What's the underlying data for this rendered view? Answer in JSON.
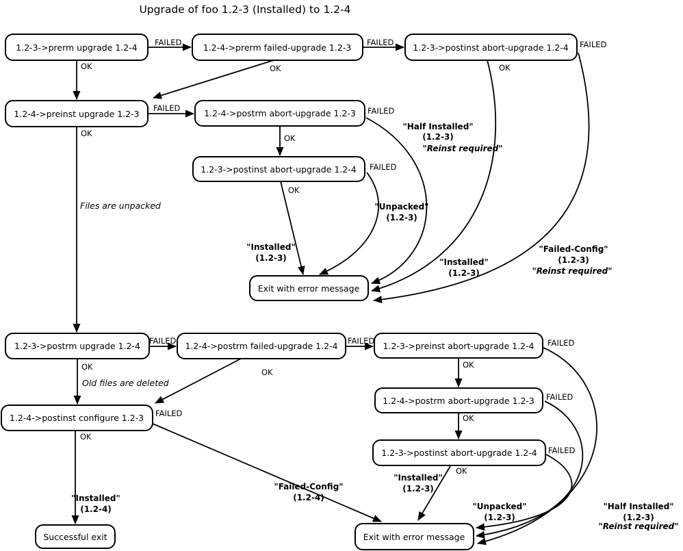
{
  "title": "Upgrade of foo 1.2-3 (Installed) to 1.2-4",
  "labels": {
    "failed": "FAILED",
    "ok": "OK"
  },
  "nodes": {
    "prerm_upgrade": "1.2-3->prerm upgrade 1.2-4",
    "prerm_failed_upgrade": "1.2-4->prerm failed-upgrade 1.2-3",
    "postinst_abort_top": "1.2-3->postinst abort-upgrade 1.2-4",
    "preinst_upgrade": "1.2-4->preinst upgrade 1.2-3",
    "postrm_abort_mid": "1.2-4->postrm abort-upgrade 1.2-3",
    "postinst_abort_mid": "1.2-3->postinst abort-upgrade 1.2-4",
    "exit_error_mid": "Exit with error message",
    "postrm_upgrade": "1.2-3->postrm upgrade 1.2-4",
    "postrm_failed_upgrade": "1.2-4->postrm failed-upgrade 1.2-4",
    "preinst_abort": "1.2-3->preinst abort-upgrade 1.2-4",
    "postinst_configure": "1.2-4->postinst configure 1.2-3",
    "postrm_abort_bottom": "1.2-4->postrm abort-upgrade 1.2-3",
    "postinst_abort_bottom": "1.2-3->postinst abort-upgrade 1.2-4",
    "successful_exit": "Successful exit",
    "exit_error_bottom": "Exit with error message"
  },
  "notes": {
    "files_unpacked": "Files are unpacked",
    "old_files_deleted": "Old files are deleted"
  },
  "states": {
    "half_installed_mid": [
      "\"Half Installed\"",
      "(1.2-3)",
      "\"Reinst required\""
    ],
    "unpacked_mid": [
      "\"Unpacked\"",
      "(1.2-3)"
    ],
    "installed_mid_left": [
      "\"Installed\"",
      "(1.2-3)"
    ],
    "installed_mid_right": [
      "\"Installed\"",
      "(1.2-3)"
    ],
    "failed_config_mid": [
      "\"Failed-Config\"",
      "(1.2-3)",
      "\"Reinst required\""
    ],
    "installed_bottom_left": [
      "\"Installed\"",
      "(1.2-4)"
    ],
    "failed_config_bottom": [
      "\"Failed-Config\"",
      "(1.2-4)"
    ],
    "installed_bottom_mid": [
      "\"Installed\"",
      "(1.2-3)"
    ],
    "unpacked_bottom": [
      "\"Unpacked\"",
      "(1.2-3)"
    ],
    "half_installed_bottom": [
      "\"Half Installed\"",
      "(1.2-3)",
      "\"Reinst required\""
    ]
  },
  "colors": {
    "line": "#000000",
    "background": "#ffffff"
  }
}
